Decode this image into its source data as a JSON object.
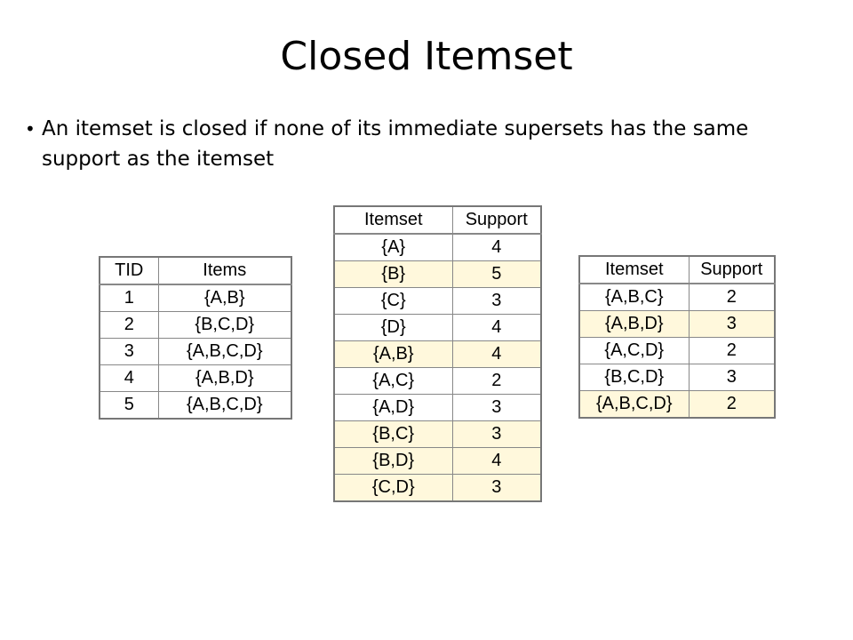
{
  "title": "Closed Itemset",
  "bullet": {
    "symbol": "•",
    "text": "An itemset is closed if none of its immediate supersets has the same support as the itemset"
  },
  "colors": {
    "highlight_row": "#fff8dc",
    "border": "#888888"
  },
  "transactions_table": {
    "headers": [
      "TID",
      "Items"
    ],
    "rows": [
      {
        "tid": "1",
        "items": "{A,B}"
      },
      {
        "tid": "2",
        "items": "{B,C,D}"
      },
      {
        "tid": "3",
        "items": "{A,B,C,D}"
      },
      {
        "tid": "4",
        "items": "{A,B,D}"
      },
      {
        "tid": "5",
        "items": "{A,B,C,D}"
      }
    ]
  },
  "itemsets_table": {
    "headers": [
      "Itemset",
      "Support"
    ],
    "rows": [
      {
        "itemset": "{A}",
        "support": "4",
        "highlighted": false
      },
      {
        "itemset": "{B}",
        "support": "5",
        "highlighted": true
      },
      {
        "itemset": "{C}",
        "support": "3",
        "highlighted": false
      },
      {
        "itemset": "{D}",
        "support": "4",
        "highlighted": false
      },
      {
        "itemset": "{A,B}",
        "support": "4",
        "highlighted": true
      },
      {
        "itemset": "{A,C}",
        "support": "2",
        "highlighted": false
      },
      {
        "itemset": "{A,D}",
        "support": "3",
        "highlighted": false
      },
      {
        "itemset": "{B,C}",
        "support": "3",
        "highlighted": true
      },
      {
        "itemset": "{B,D}",
        "support": "4",
        "highlighted": true
      },
      {
        "itemset": "{C,D}",
        "support": "3",
        "highlighted": true
      }
    ]
  },
  "triplets_table": {
    "headers": [
      "Itemset",
      "Support"
    ],
    "rows": [
      {
        "itemset": "{A,B,C}",
        "support": "2",
        "highlighted": false
      },
      {
        "itemset": "{A,B,D}",
        "support": "3",
        "highlighted": true
      },
      {
        "itemset": "{A,C,D}",
        "support": "2",
        "highlighted": false
      },
      {
        "itemset": "{B,C,D}",
        "support": "3",
        "highlighted": false
      },
      {
        "itemset": "{A,B,C,D}",
        "support": "2",
        "highlighted": true
      }
    ]
  }
}
